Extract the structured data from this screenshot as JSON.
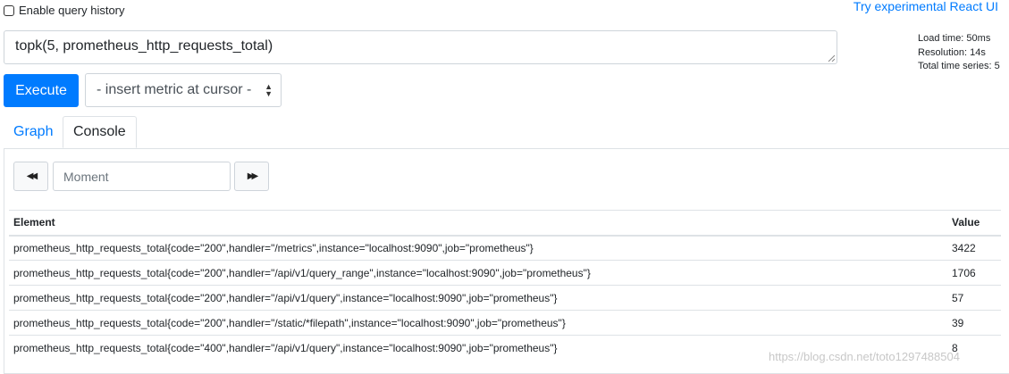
{
  "history": {
    "label": "Enable query history",
    "checked": false
  },
  "react_link": "Try experimental React UI",
  "query": {
    "value": "topk(5, prometheus_http_requests_total)"
  },
  "stats": {
    "load_time": "Load time: 50ms",
    "resolution": "Resolution: 14s",
    "total_series": "Total time series: 5"
  },
  "execute_label": "Execute",
  "metric_select": {
    "selected": "- insert metric at cursor -"
  },
  "tabs": [
    {
      "label": "Graph",
      "active": false
    },
    {
      "label": "Console",
      "active": true
    }
  ],
  "moment": {
    "placeholder": "Moment"
  },
  "icons": {
    "prev": "fast-backward-icon",
    "next": "fast-forward-icon",
    "resize": "resize-grip-icon"
  },
  "table": {
    "headers": [
      "Element",
      "Value"
    ],
    "rows": [
      {
        "element": "prometheus_http_requests_total{code=\"200\",handler=\"/metrics\",instance=\"localhost:9090\",job=\"prometheus\"}",
        "value": "3422"
      },
      {
        "element": "prometheus_http_requests_total{code=\"200\",handler=\"/api/v1/query_range\",instance=\"localhost:9090\",job=\"prometheus\"}",
        "value": "1706"
      },
      {
        "element": "prometheus_http_requests_total{code=\"200\",handler=\"/api/v1/query\",instance=\"localhost:9090\",job=\"prometheus\"}",
        "value": "57"
      },
      {
        "element": "prometheus_http_requests_total{code=\"200\",handler=\"/static/*filepath\",instance=\"localhost:9090\",job=\"prometheus\"}",
        "value": "39"
      },
      {
        "element": "prometheus_http_requests_total{code=\"400\",handler=\"/api/v1/query\",instance=\"localhost:9090\",job=\"prometheus\"}",
        "value": "8"
      }
    ]
  },
  "watermark": "https://blog.csdn.net/toto1297488504",
  "colors": {
    "primary": "#007bff",
    "border": "#dee2e6"
  }
}
